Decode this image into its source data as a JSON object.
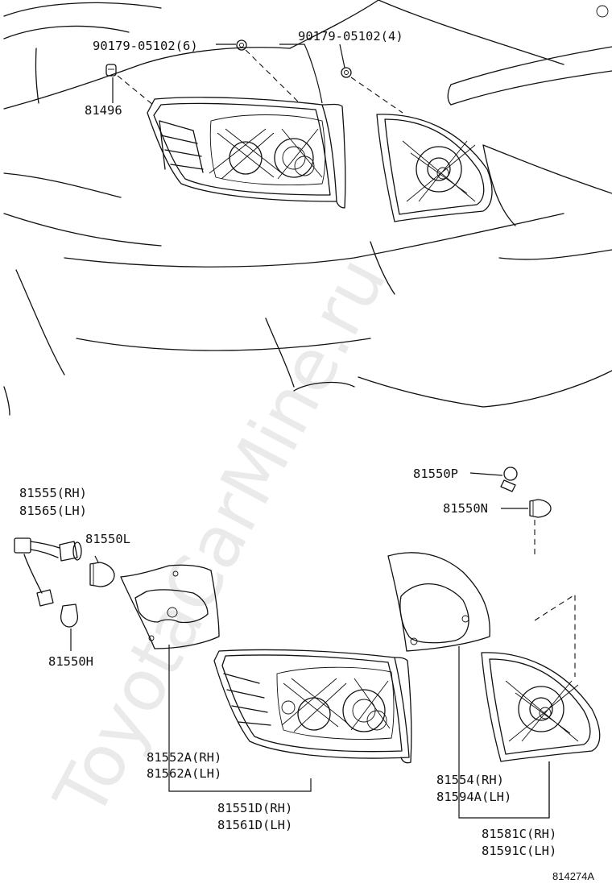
{
  "watermark": "ToyotaCarMine.ru",
  "drawing_code": "814274A",
  "labels": {
    "screw_a": "90179-05102(6)",
    "screw_b": "90179-05102(4)",
    "clip": "81496",
    "bulb_p": "81550P",
    "bulb_n": "81550N",
    "socket_rh": "81555(RH)",
    "socket_lh": "81565(LH)",
    "bulb_l": "81550L",
    "bulb_h": "81550H",
    "gasket_rh": "81552A(RH)",
    "gasket_lh": "81562A(LH)",
    "lamp_rh": "81551D(RH)",
    "lamp_lh": "81561D(LH)",
    "inner_gasket_rh": "81554(RH)",
    "inner_gasket_lh": "81594A(LH)",
    "inner_lamp_rh": "81581C(RH)",
    "inner_lamp_lh": "81591C(LH)"
  }
}
